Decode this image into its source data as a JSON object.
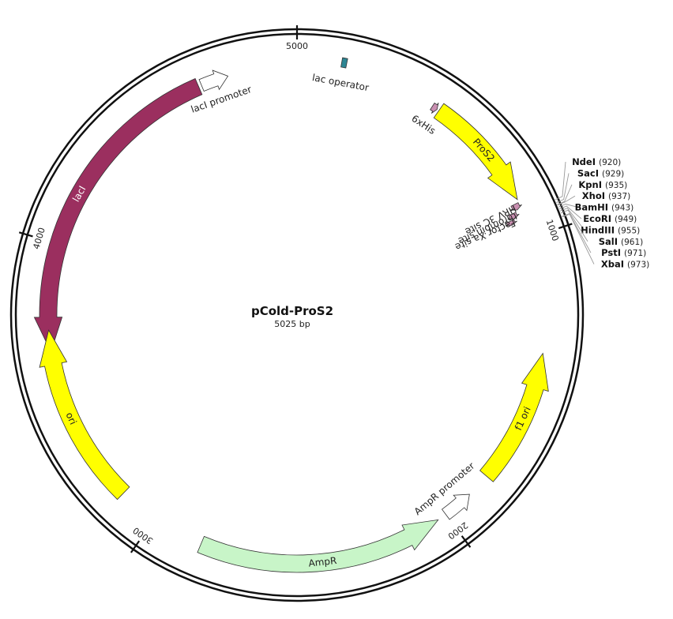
{
  "plasmid": {
    "name": "pCold-ProS2",
    "length_label": "5025 bp",
    "length": 5025
  },
  "ticks": [
    {
      "pos": 0,
      "label": "5000"
    },
    {
      "pos": 1000,
      "label": "1000"
    },
    {
      "pos": 2000,
      "label": "2000"
    },
    {
      "pos": 3000,
      "label": "3000"
    },
    {
      "pos": 4000,
      "label": "4000"
    }
  ],
  "features": [
    {
      "name": "lacI promoter",
      "start": 4710,
      "end": 4800,
      "strand": 1,
      "type": "promoter",
      "color": "#ffffff",
      "label": "lacI promoter"
    },
    {
      "name": "lacI",
      "start": 3650,
      "end": 4700,
      "strand": -1,
      "type": "cds",
      "color": "#9b2f5f",
      "label": "lacI",
      "label_inside": true
    },
    {
      "name": "lac operator",
      "start": 140,
      "end": 156,
      "strand": 0,
      "type": "box",
      "color": "#2e8694",
      "label": "lac operator"
    },
    {
      "name": "6xHis",
      "start": 460,
      "end": 478,
      "strand": 1,
      "type": "tag",
      "color": "#c98fb1",
      "label": "6xHis"
    },
    {
      "name": "ProS2",
      "start": 485,
      "end": 870,
      "strand": 1,
      "type": "cds",
      "color": "#ffff00",
      "label": "ProS2",
      "label_inside": true
    },
    {
      "name": "HRV 3C site",
      "start": 880,
      "end": 900,
      "strand": 1,
      "type": "site",
      "color": "#c98fb1",
      "label": "HRV 3C site"
    },
    {
      "name": "thrombin site",
      "start": 905,
      "end": 923,
      "strand": 1,
      "type": "site",
      "color": "#c98fb1",
      "label": "thrombin site"
    },
    {
      "name": "Factor Xa site",
      "start": 925,
      "end": 940,
      "strand": 1,
      "type": "site",
      "color": "#c98fb1",
      "label": "Factor Xa site"
    },
    {
      "name": "f1 ori",
      "start": 1380,
      "end": 1820,
      "strand": -1,
      "type": "origin",
      "color": "#ffff00",
      "label": "f1 ori",
      "label_inside": true
    },
    {
      "name": "AmpR promoter",
      "start": 1900,
      "end": 2000,
      "strand": -1,
      "type": "promoter",
      "color": "#ffffff",
      "label": "AmpR promoter"
    },
    {
      "name": "AmpR",
      "start": 2030,
      "end": 2830,
      "strand": -1,
      "type": "cds",
      "color": "#c8f5c8",
      "label": "AmpR",
      "label_inside": true
    },
    {
      "name": "ori",
      "start": 3130,
      "end": 3720,
      "strand": 1,
      "type": "origin",
      "color": "#ffff00",
      "label": "ori",
      "label_inside": true
    }
  ],
  "restriction_sites": [
    {
      "name": "NdeI",
      "position": "(920)",
      "pos": 920
    },
    {
      "name": "SacI",
      "position": "(929)",
      "pos": 929
    },
    {
      "name": "KpnI",
      "position": "(935)",
      "pos": 935
    },
    {
      "name": "XhoI",
      "position": "(937)",
      "pos": 937
    },
    {
      "name": "BamHI",
      "position": "(943)",
      "pos": 943
    },
    {
      "name": "EcoRI",
      "position": "(949)",
      "pos": 949
    },
    {
      "name": "HindIII",
      "position": "(955)",
      "pos": 955
    },
    {
      "name": "SalI",
      "position": "(961)",
      "pos": 961
    },
    {
      "name": "PstI",
      "position": "(971)",
      "pos": 971
    },
    {
      "name": "XbaI",
      "position": "(973)",
      "pos": 973
    }
  ]
}
